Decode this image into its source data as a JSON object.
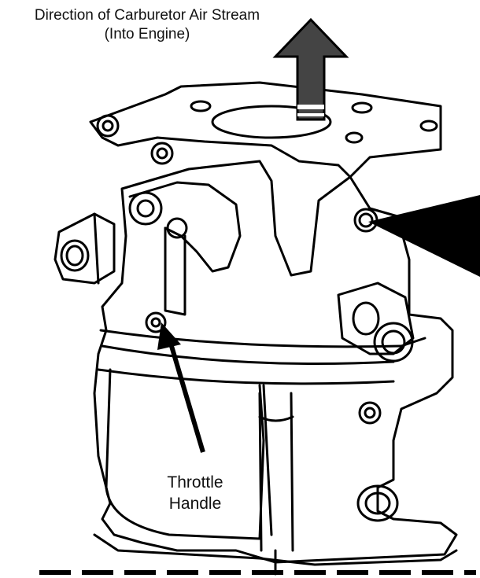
{
  "labels": {
    "airstream_line1": "Direction of Carburetor Air Stream",
    "airstream_line2": "(Into Engine)",
    "throttle_line1": "Throttle",
    "throttle_line2": "Handle"
  },
  "colors": {
    "arrow_fill": "#444444",
    "line": "#000000",
    "background": "#ffffff"
  }
}
